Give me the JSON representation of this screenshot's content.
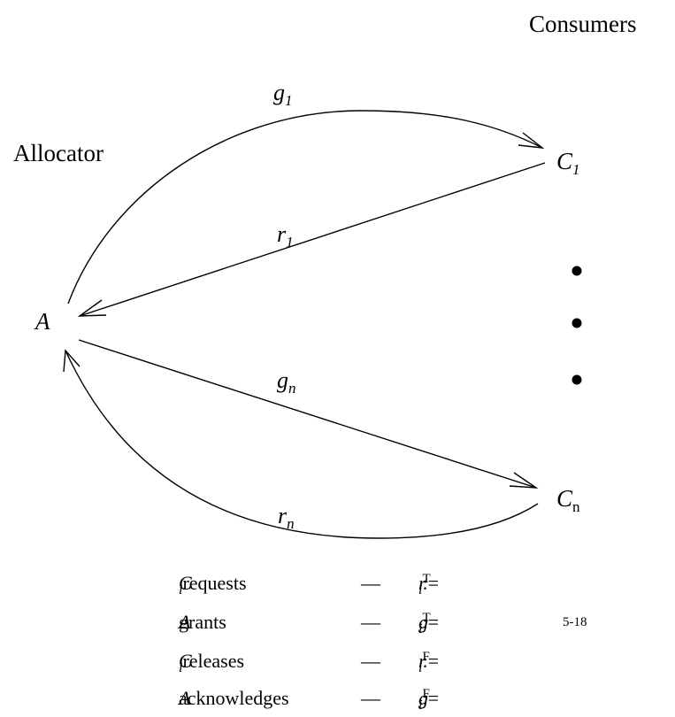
{
  "headings": {
    "consumers": "Consumers",
    "allocator": "Allocator"
  },
  "nodes": {
    "allocator": "A",
    "consumer_first": {
      "main": "C",
      "sub": "1"
    },
    "consumer_last": {
      "main": "C",
      "sub": "n"
    }
  },
  "edges": [
    {
      "id": "g1",
      "main": "g",
      "sub": "1"
    },
    {
      "id": "r1",
      "main": "r",
      "sub": "1"
    },
    {
      "id": "gn",
      "main": "g",
      "sub": "n"
    },
    {
      "id": "rn",
      "main": "r",
      "sub": "n"
    }
  ],
  "legend": [
    {
      "actor": "C",
      "actor_sub": "i",
      "action": "requests",
      "dash": "—",
      "var": "r",
      "var_sub": "i",
      "op": ":=",
      "value": "T"
    },
    {
      "actor": "A",
      "actor_sub": "",
      "action": "grants",
      "dash": "—",
      "var": "g",
      "var_sub": "i",
      "op": ":=",
      "value": "T"
    },
    {
      "actor": "C",
      "actor_sub": "i",
      "action": "releases",
      "dash": "—",
      "var": "r",
      "var_sub": "i",
      "op": ":=",
      "value": "F"
    },
    {
      "actor": "A",
      "actor_sub": "",
      "action": "acknowledges",
      "dash": "—",
      "var": "g",
      "var_sub": "i",
      "op": ":=",
      "value": "F"
    }
  ],
  "page_number": "5-18"
}
